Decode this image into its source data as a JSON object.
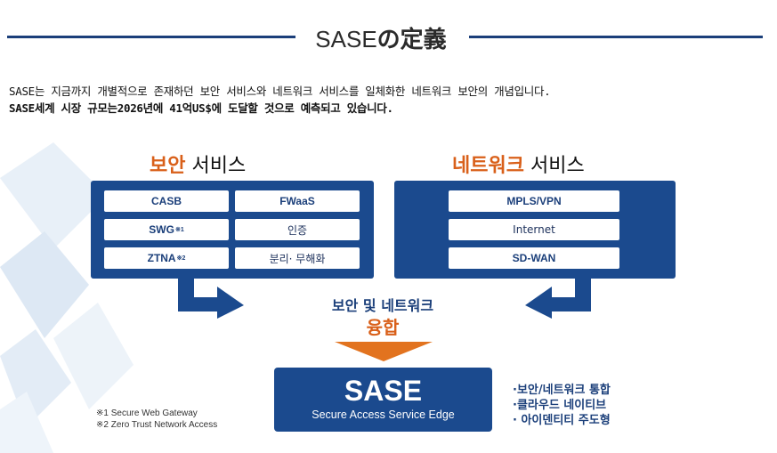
{
  "title": {
    "prefix": "SASE",
    "suffix": "の定義"
  },
  "description": {
    "line1": "SASE는 지금까지 개별적으로 존재하던 보안 서비스와 네트워크 서비스를 일체화한 네트워크 보안의 개념입니다.",
    "line2": "SASE세계 시장 규모는2026년에 41억US$에 도달할 것으로 예측되고 있습니다."
  },
  "security": {
    "accent": "보안",
    "rest": " 서비스",
    "chips": [
      {
        "label": "CASB",
        "sup": ""
      },
      {
        "label": "FWaaS",
        "sup": ""
      },
      {
        "label": "SWG",
        "sup": "※1"
      },
      {
        "label": "인증",
        "sup": ""
      },
      {
        "label": "ZTNA",
        "sup": "※2"
      },
      {
        "label": "분리· 무해화",
        "sup": ""
      }
    ]
  },
  "network": {
    "accent": "네트워크",
    "rest": " 서비스",
    "chips": [
      "MPLS/VPN",
      "Internet",
      "SD-WAN"
    ]
  },
  "fusion": {
    "line1": "보안 및 네트워크",
    "line2": "융합"
  },
  "sase": {
    "name": "SASE",
    "full": "Secure Access Service Edge"
  },
  "notes": [
    "※1 Secure Web Gateway",
    "※2 Zero Trust Network Access"
  ],
  "features": [
    "·보안/네트워크 통합",
    "·클라우드 네이티브",
    "· 아이덴티티 주도형"
  ],
  "colors": {
    "navy": "#1b4a8e",
    "orange": "#d9601a",
    "line": "#1b3f7a"
  }
}
